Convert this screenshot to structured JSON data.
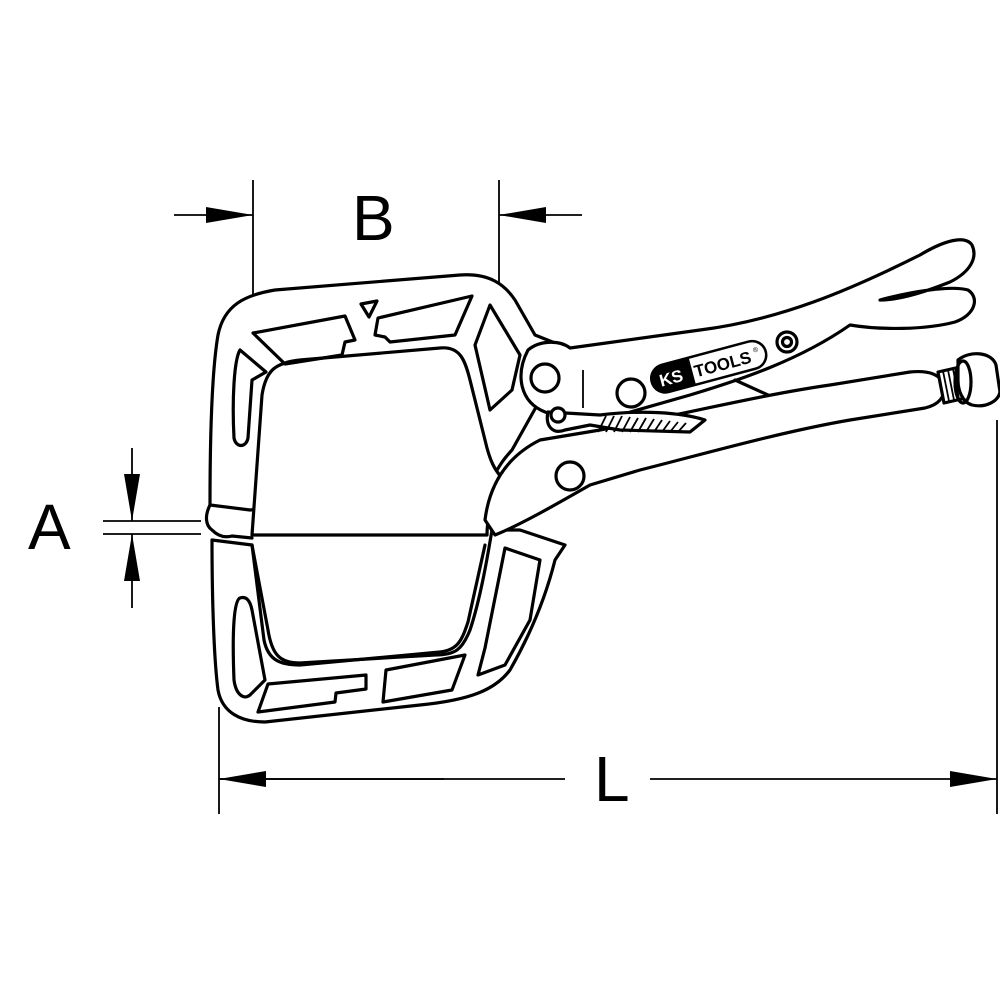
{
  "drawing": {
    "subject": "welding C-clamp locking pliers",
    "line_color": "#000000",
    "background_color": "#ffffff"
  },
  "dimensions": {
    "a": {
      "label": "A",
      "meaning": "jaw opening"
    },
    "b": {
      "label": "B",
      "meaning": "throat width"
    },
    "l": {
      "label": "L",
      "meaning": "overall length"
    }
  },
  "brand": {
    "logo_left": "KS",
    "logo_right": "TOOLS",
    "registered_mark": "®"
  }
}
